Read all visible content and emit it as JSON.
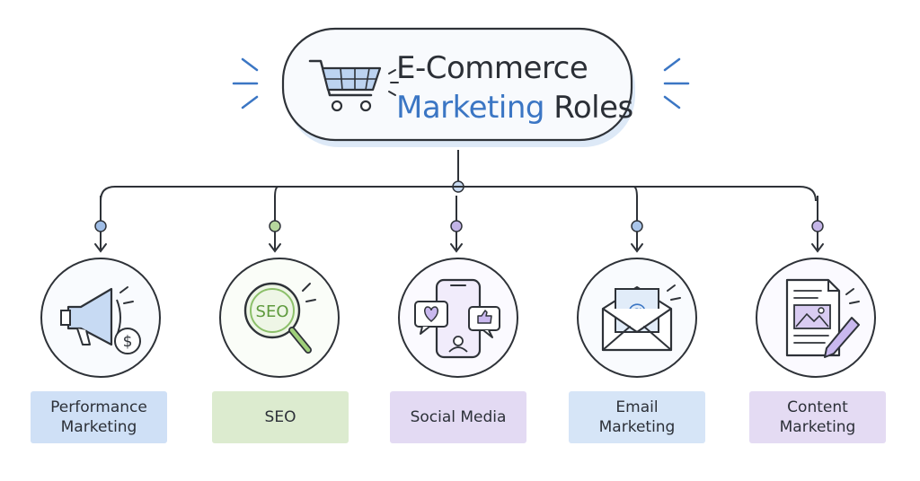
{
  "title": {
    "line1": "E-Commerce",
    "line2_accent": "Marketing",
    "line2_rest": " Roles",
    "accent_color": "#3b76c4"
  },
  "roles": [
    {
      "label": "Performance\nMarketing",
      "icon": "megaphone-dollar-icon",
      "label_color": "#cfe0f6",
      "dot_color": "#9fbde6"
    },
    {
      "label": "SEO",
      "icon": "magnifier-seo-icon",
      "icon_text": "SEO",
      "label_color": "#dcebcf",
      "dot_color": "#b6d79d"
    },
    {
      "label": "Social Media",
      "icon": "phone-social-icon",
      "label_color": "#e3daf3",
      "dot_color": "#c2b3e6"
    },
    {
      "label": "Email\nMarketing",
      "icon": "envelope-at-icon",
      "icon_text": "@",
      "label_color": "#d6e5f7",
      "dot_color": "#a9c5ea"
    },
    {
      "label": "Content\nMarketing",
      "icon": "document-pencil-icon",
      "label_color": "#e4dbf3",
      "dot_color": "#c4b5e7"
    }
  ],
  "colors": {
    "stroke": "#2e3238",
    "title_fill": "#f7f9fc",
    "title_shadow": "#c9dcf2"
  }
}
